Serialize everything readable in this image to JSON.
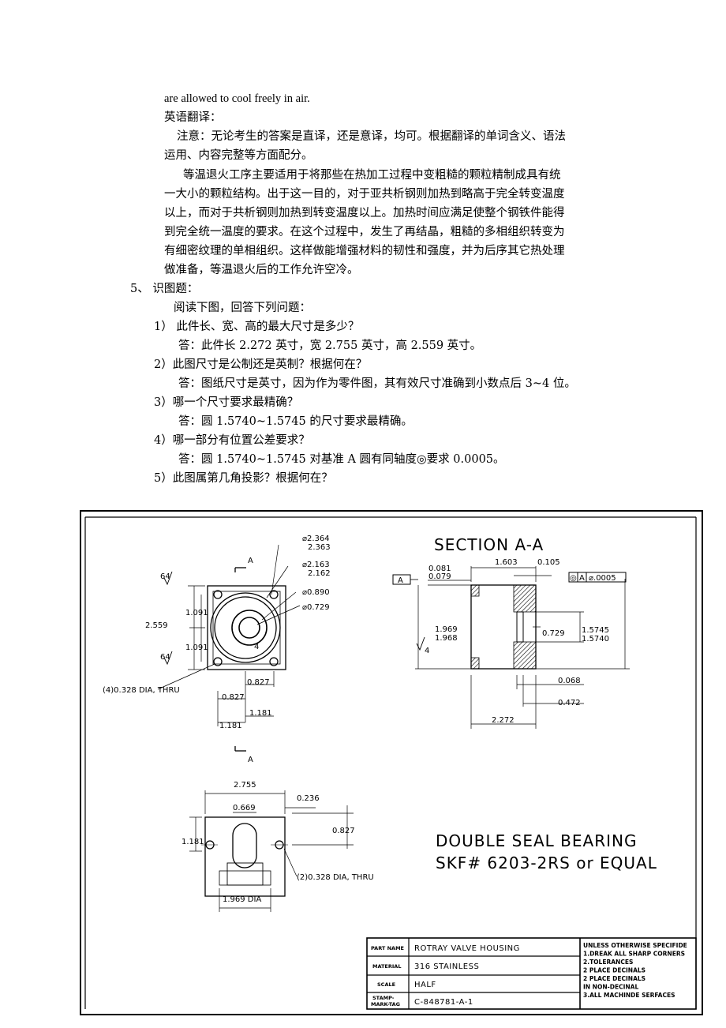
{
  "text": {
    "line1": "are allowed to cool freely in air.",
    "line2": "英语翻译：",
    "line3": "注意：无论考生的答案是直译，还是意译，均可。根据翻译的单词含义、语法",
    "line4": "运用、内容完整等方面配分。",
    "line5": "等温退火工序主要适用于将那些在热加工过程中变粗糙的颗粒精制成具有统",
    "line6": "一大小的颗粒结构。出于这一目的，对于亚共析钢则加热到略高于完全转变温度",
    "line7": "以上，而对于共析钢则加热到转变温度以上。加热时间应满足使整个钢铁件能得",
    "line8": "到完全统一温度的要求。在这个过程中，发生了再结晶，粗糙的多相组织转变为",
    "line9": "有细密纹理的单相组织。这样做能增强材料的韧性和强度，并为后序其它热处理",
    "line10": "做准备，等温退火后的工作允许空冷。",
    "q_head": "5、 识图题：",
    "intro": "阅读下图，回答下列问题：",
    "q1": "1）  此件长、宽、高的最大尺寸是多少？",
    "a1": "答：此件长 2.272 英寸，宽 2.755 英寸，高 2.559 英寸。",
    "q2": "2）此图尺寸是公制还是英制？根据何在？",
    "a2": "答：图纸尺寸是英寸，因为作为零件图，其有效尺寸准确到小数点后 3~4 位。",
    "q3": "3）哪一个尺寸要求最精确？",
    "a3": "答：圆 1.5740~1.5745 的尺寸要求最精确。",
    "q4": "4）哪一部分有位置公差要求？",
    "a4": "答：圆 1.5740~1.5745 对基准 A 圆有同轴度◎要求 0.0005。",
    "q5": "5）此图属第几角投影？根据何在？"
  },
  "drawing": {
    "section_title": "SECTION A-A",
    "big_title_1": "DOUBLE SEAL BEARING",
    "big_title_2": "SKF# 6203-2RS or EQUAL",
    "front": {
      "d1a": "⌀2.364",
      "d1b": "2.363",
      "d2a": "⌀2.163",
      "d2b": "2.162",
      "d3": "⌀0.890",
      "d4": "⌀0.729",
      "h1": "1.091",
      "h2": "1.091",
      "total_h": "2.559",
      "w1": "0.827",
      "w2": "0.827",
      "w3": "1.181",
      "w4": "1.181",
      "holes": "(4)0.328 DIA, THRU",
      "section_mark": "A",
      "surface": "64",
      "surface2": "64",
      "small4": "4"
    },
    "section": {
      "t1": "1.603",
      "t2": "0.105",
      "s1a": "0.081",
      "s1b": "0.079",
      "datum": "A",
      "dia_a": "1.969",
      "dia_b": "1.968",
      "inner": "0.729",
      "bore_a": "1.5745",
      "bore_b": "1.5740",
      "fcf_sym": "◎",
      "fcf_datum": "A",
      "fcf_val": "⌀.0005",
      "b1": "0.068",
      "b2": "0.472",
      "b3": "2.272",
      "small4": "4"
    },
    "top": {
      "w": "2.755",
      "slot": "0.669",
      "r": "0.236",
      "h": "0.827",
      "left": "1.181",
      "holes": "(2)0.328 DIA, THRU",
      "dia": "1.969 DIA"
    },
    "title_block": {
      "part_label": "PART NAME",
      "part": "ROTRAY VALVE HOUSING",
      "mat_label": "MATERIAL",
      "mat": "316 STAINLESS",
      "scale_label": "SCALE",
      "scale": "HALF",
      "stamp_label1": "STAMP-",
      "stamp_label2": "MARK-TAG",
      "stamp": "C-848781-A-1",
      "notes": [
        "UNLESS OTHERWISE SPECIFIDE",
        "1.DREAK ALL SHARP CORNERS",
        "2.TOLERANCES",
        "   2 PLACE DECINALS",
        "   2 PLACE DECINALS",
        "   IN NON-DECINAL",
        "3.ALL MACHINDE SERFACES"
      ]
    }
  }
}
